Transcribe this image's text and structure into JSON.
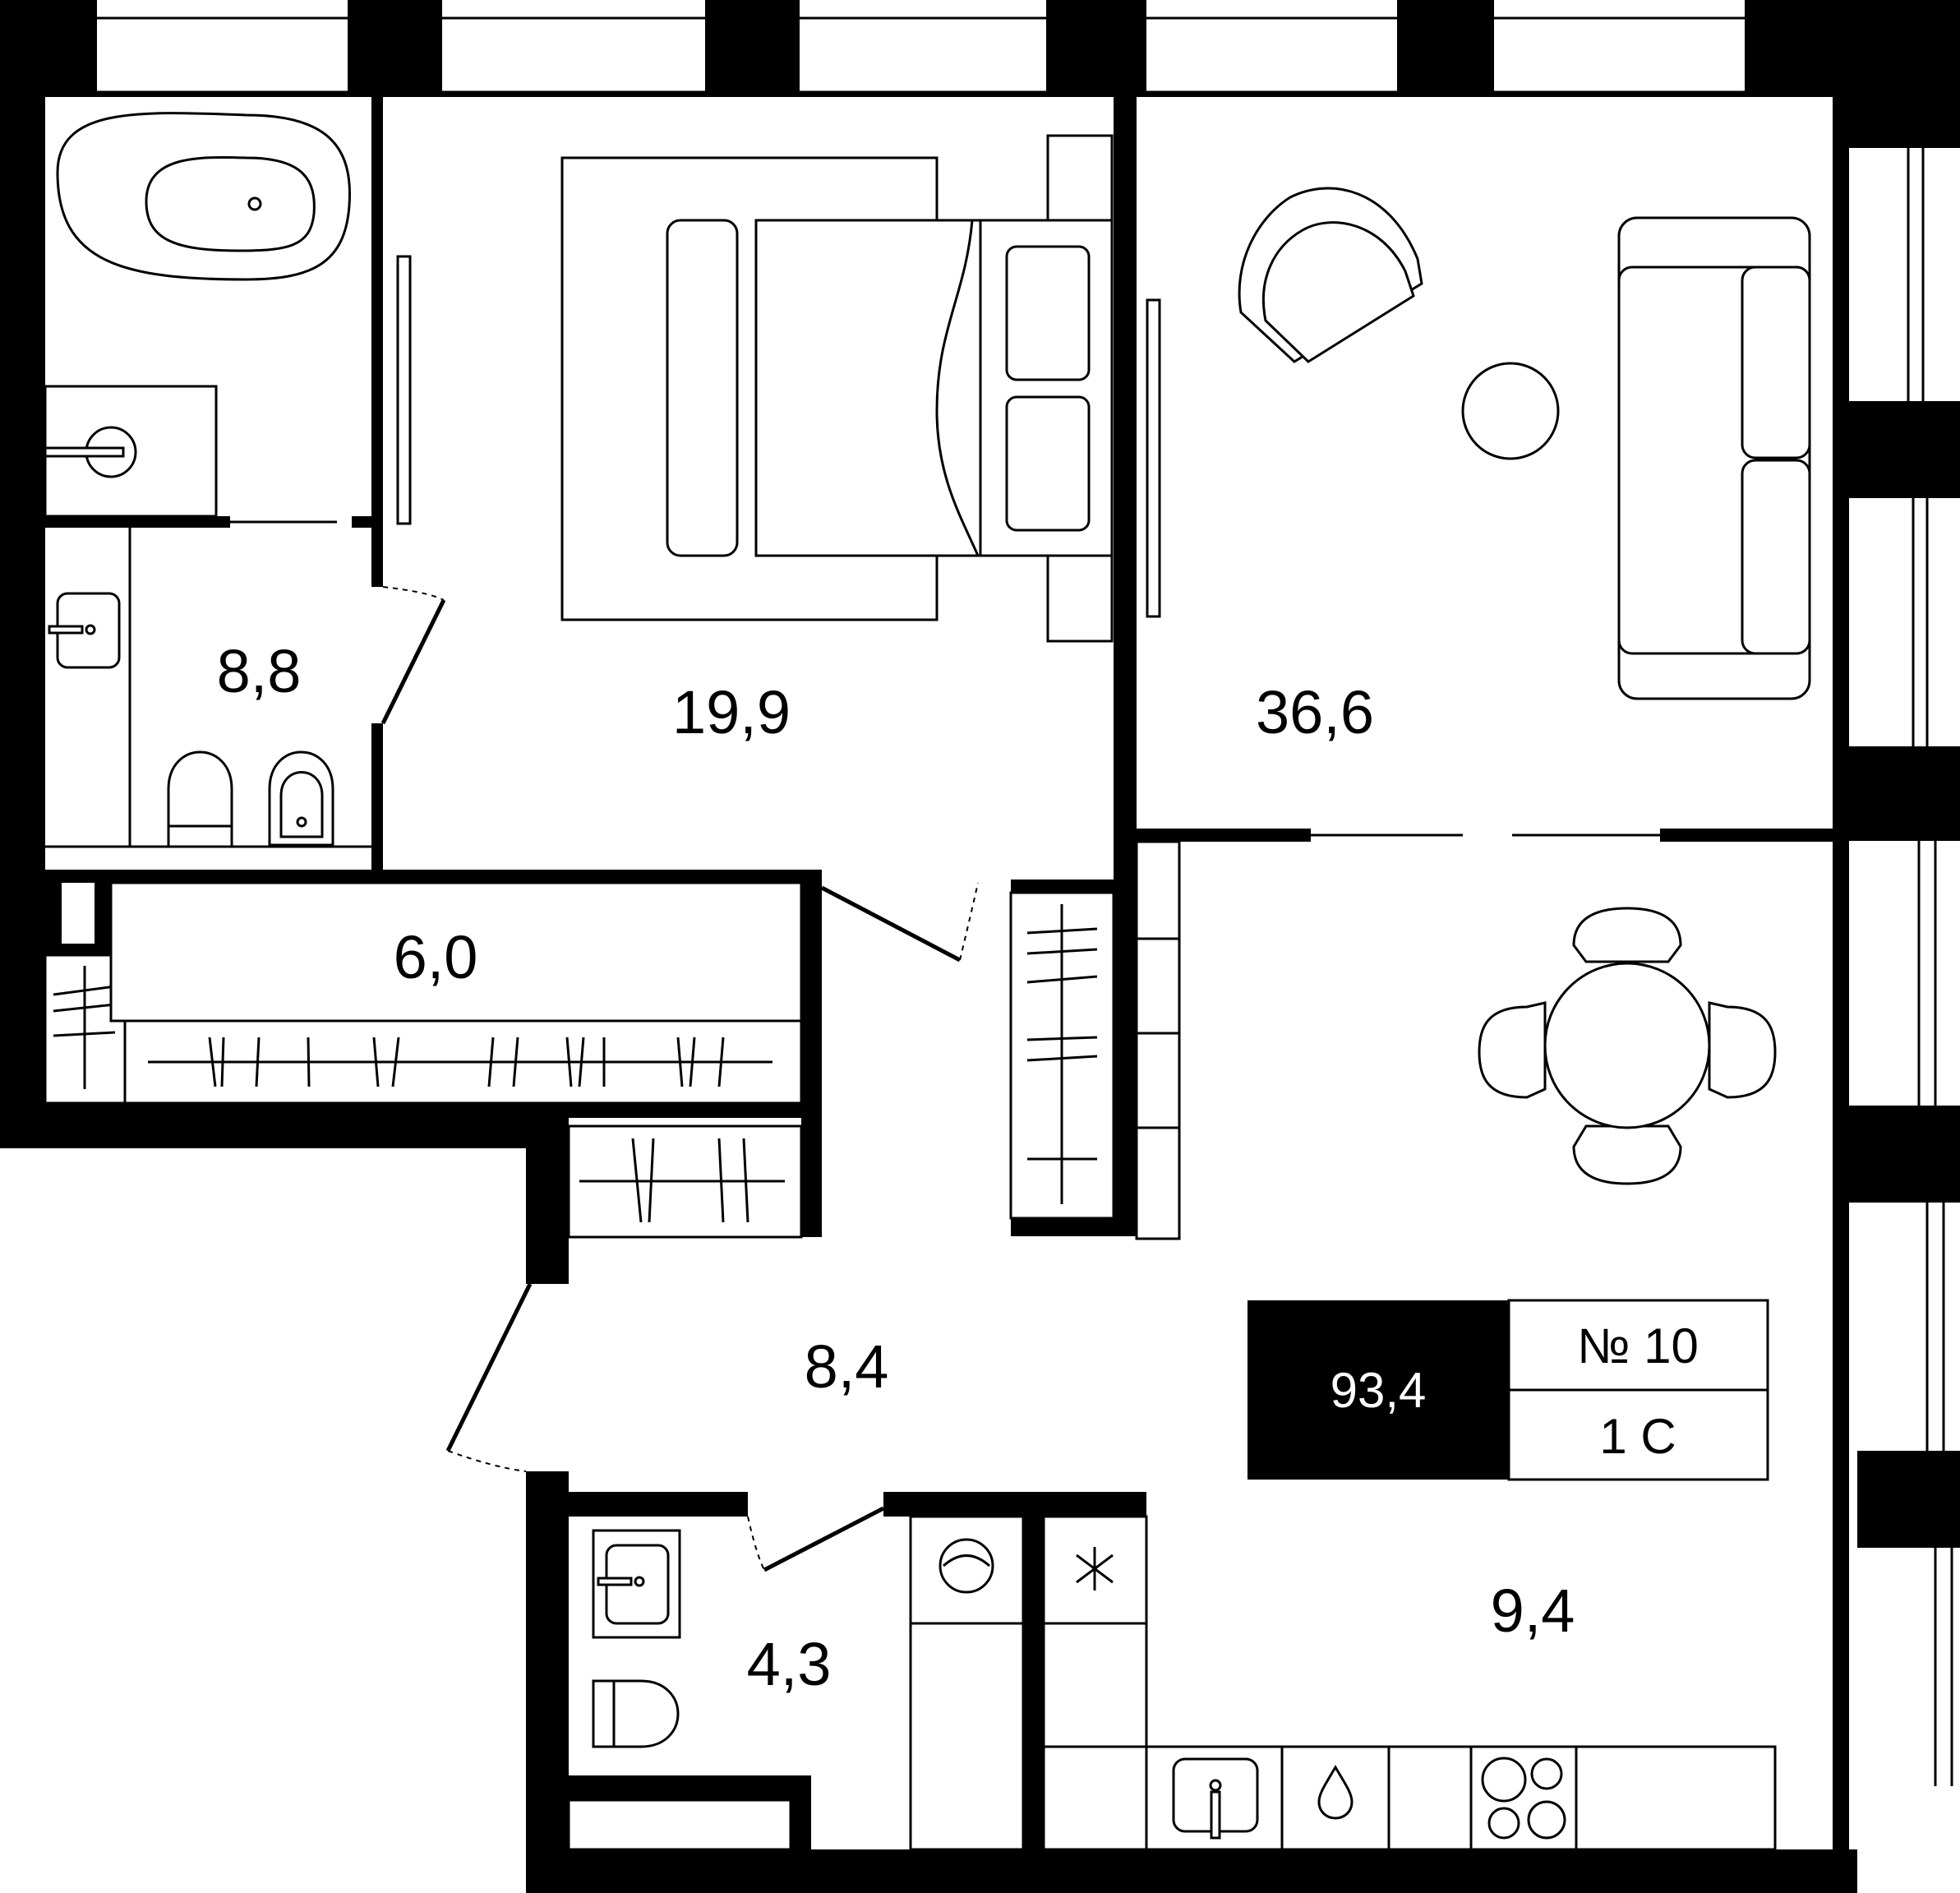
{
  "rooms": {
    "bathroom": {
      "area": "8,8"
    },
    "bedroom": {
      "area": "19,9"
    },
    "living": {
      "area": "36,6"
    },
    "wardrobe": {
      "area": "6,0"
    },
    "hall": {
      "area": "8,4"
    },
    "wc": {
      "area": "4,3"
    },
    "kitchen": {
      "area": "9,4"
    }
  },
  "info": {
    "total_area": "93,4",
    "number": "№ 10",
    "type": "1 С"
  },
  "colors": {
    "wall": "#000000",
    "background": "#ffffff",
    "info_box_fill": "#000000",
    "info_box_text": "#ffffff"
  },
  "icons": [
    "bathtub-icon",
    "sink-icon",
    "toilet-icon",
    "bidet-icon",
    "bed-icon",
    "armchair-icon",
    "sofa-icon",
    "coffee-table-icon",
    "dining-table-icon",
    "chair-icon",
    "washing-machine-icon",
    "fridge-icon",
    "kitchen-sink-icon",
    "water-icon",
    "stove-icon",
    "wardrobe-icon",
    "door-icon",
    "window-icon"
  ]
}
